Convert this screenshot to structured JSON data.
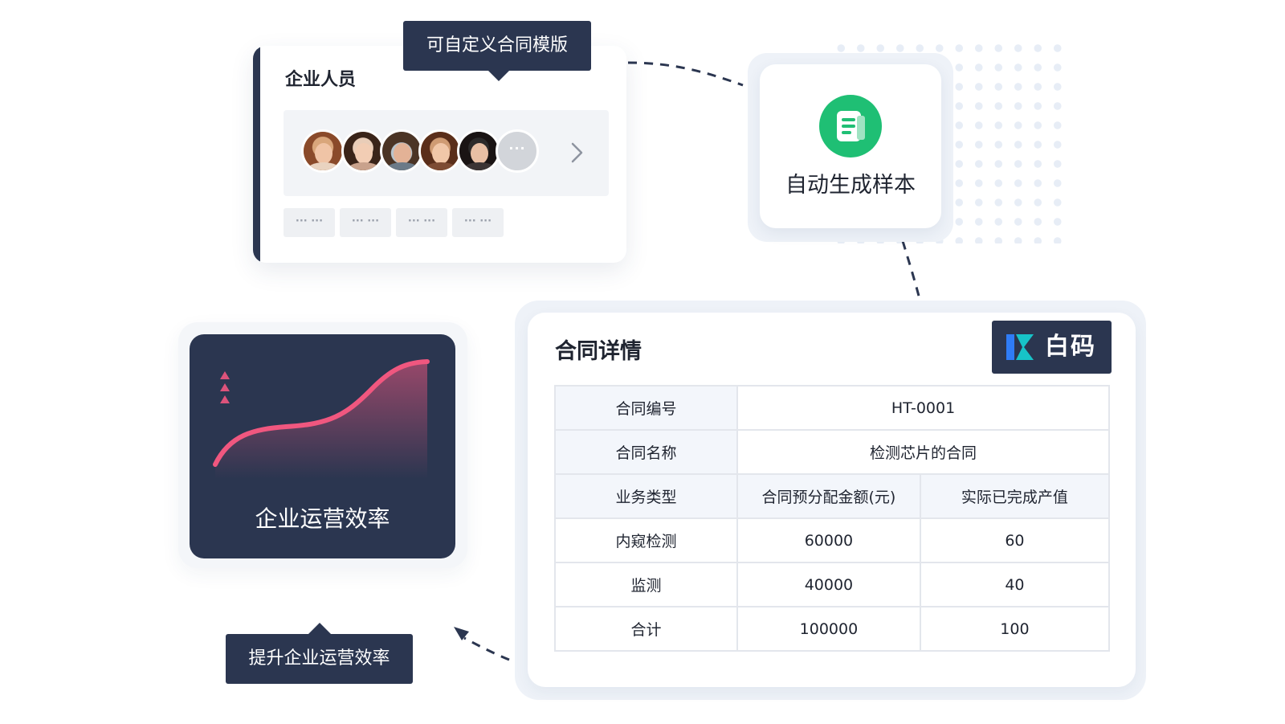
{
  "members_card": {
    "title": "企业人员",
    "tooltip": "可自定义合同模版",
    "more_avatar": "···",
    "chips": [
      "··· ···",
      "··· ···",
      "··· ···",
      "··· ···"
    ]
  },
  "sample_card": {
    "label": "自动生成样本",
    "icon": "document-icon"
  },
  "efficiency_card": {
    "label": "企业运营效率",
    "tooltip": "提升企业运营效率"
  },
  "contract": {
    "title": "合同详情",
    "brand": "白码",
    "number_label": "合同编号",
    "number_value": "HT-0001",
    "name_label": "合同名称",
    "name_value": "检测芯片的合同",
    "headers": [
      "业务类型",
      "合同预分配金额(元)",
      "实际已完成产值"
    ],
    "rows": [
      [
        "内窥检测",
        "60000",
        "60"
      ],
      [
        "监测",
        "40000",
        "40"
      ],
      [
        "合计",
        "100000",
        "100"
      ]
    ]
  },
  "colors": {
    "navy": "#2b3650",
    "green": "#1fbf74",
    "pink": "#f0577f",
    "brand_teal": "#17c3c8",
    "brand_blue": "#2f7cf6"
  }
}
